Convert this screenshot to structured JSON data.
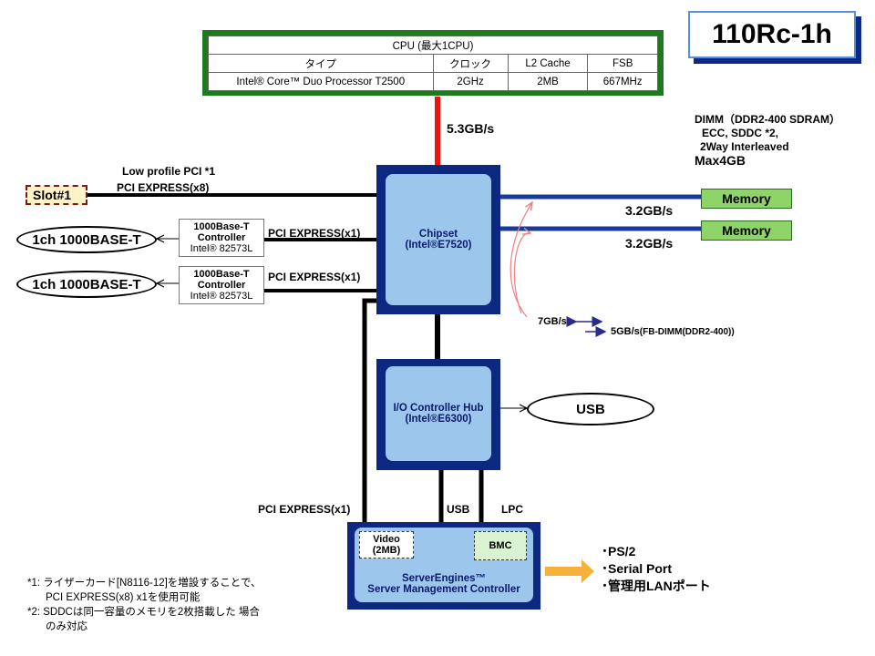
{
  "title": "110Rc-1h",
  "cpu": {
    "header": "CPU (最大1CPU)",
    "columns": [
      "タイプ",
      "クロック",
      "L2 Cache",
      "FSB"
    ],
    "row": [
      "Intel® Core™ Duo Processor T2500",
      "2GHz",
      "2MB",
      "667MHz"
    ]
  },
  "links": {
    "cpu_bus": "5.3GB/s",
    "mem_bw_1": "3.2GB/s",
    "mem_bw_2": "3.2GB/s",
    "pcie_x8": "PCI EXPRESS(x8)",
    "pcie_x1_a": "PCI EXPRESS(x1)",
    "pcie_x1_b": "PCI EXPRESS(x1)",
    "pcie_x1_c": "PCI EXPRESS(x1)",
    "usb": "USB",
    "lpc": "LPC",
    "low_profile": "Low profile PCI *1"
  },
  "dimm": {
    "line1": "DIMM（DDR2-400 SDRAM）",
    "line2": "ECC, SDDC *2,",
    "line3": "2Way Interleaved",
    "line4": "Max4GB"
  },
  "memory": [
    "Memory",
    "Memory"
  ],
  "chipset": {
    "name": "Chipset",
    "model": "(Intel®E7520)"
  },
  "ich": {
    "name": "I/O Controller Hub",
    "model": "(Intel®E6300)"
  },
  "bmc_block": {
    "video_line1": "Video",
    "video_line2": "(2MB)",
    "bmc": "BMC",
    "line1": "ServerEngines™",
    "line2": "Server Management Controller"
  },
  "controllers": [
    {
      "line1": "1000Base-T",
      "line2": "Controller",
      "line3": "Intel® 82573L"
    },
    {
      "line1": "1000Base-T",
      "line2": "Controller",
      "line3": "Intel® 82573L"
    }
  ],
  "ports": {
    "slot": "Slot#1",
    "lan1": "1ch 1000BASE-T",
    "lan2": "1ch 1000BASE-T",
    "usb": "USB"
  },
  "fbdimm": {
    "bw_a": "7GB/s",
    "bw_b": "5GB/s",
    "desc": "(FB-DIMM(DDR2-400))"
  },
  "outputs": [
    "･PS/2",
    "･Serial Port",
    "･管理用LANポート"
  ],
  "notes": {
    "n1a": "*1: ライザーカード[N8116-12]を増設することで、",
    "n1b": "PCI EXPRESS(x8) x1を使用可能",
    "n2a": "*2: SDDCは同一容量のメモリを2枚搭載した 場合",
    "n2b": "のみ対応"
  },
  "colors": {
    "cpu_bus": "#ee1111",
    "mem_bus": "#1a3a9a",
    "chip_blue": "#0d2880",
    "chip_fill": "#9cc6ec",
    "memory_fill": "#8fd468",
    "cpu_frame": "#1f7a1f",
    "arrow_orange": "#f4b23c"
  }
}
